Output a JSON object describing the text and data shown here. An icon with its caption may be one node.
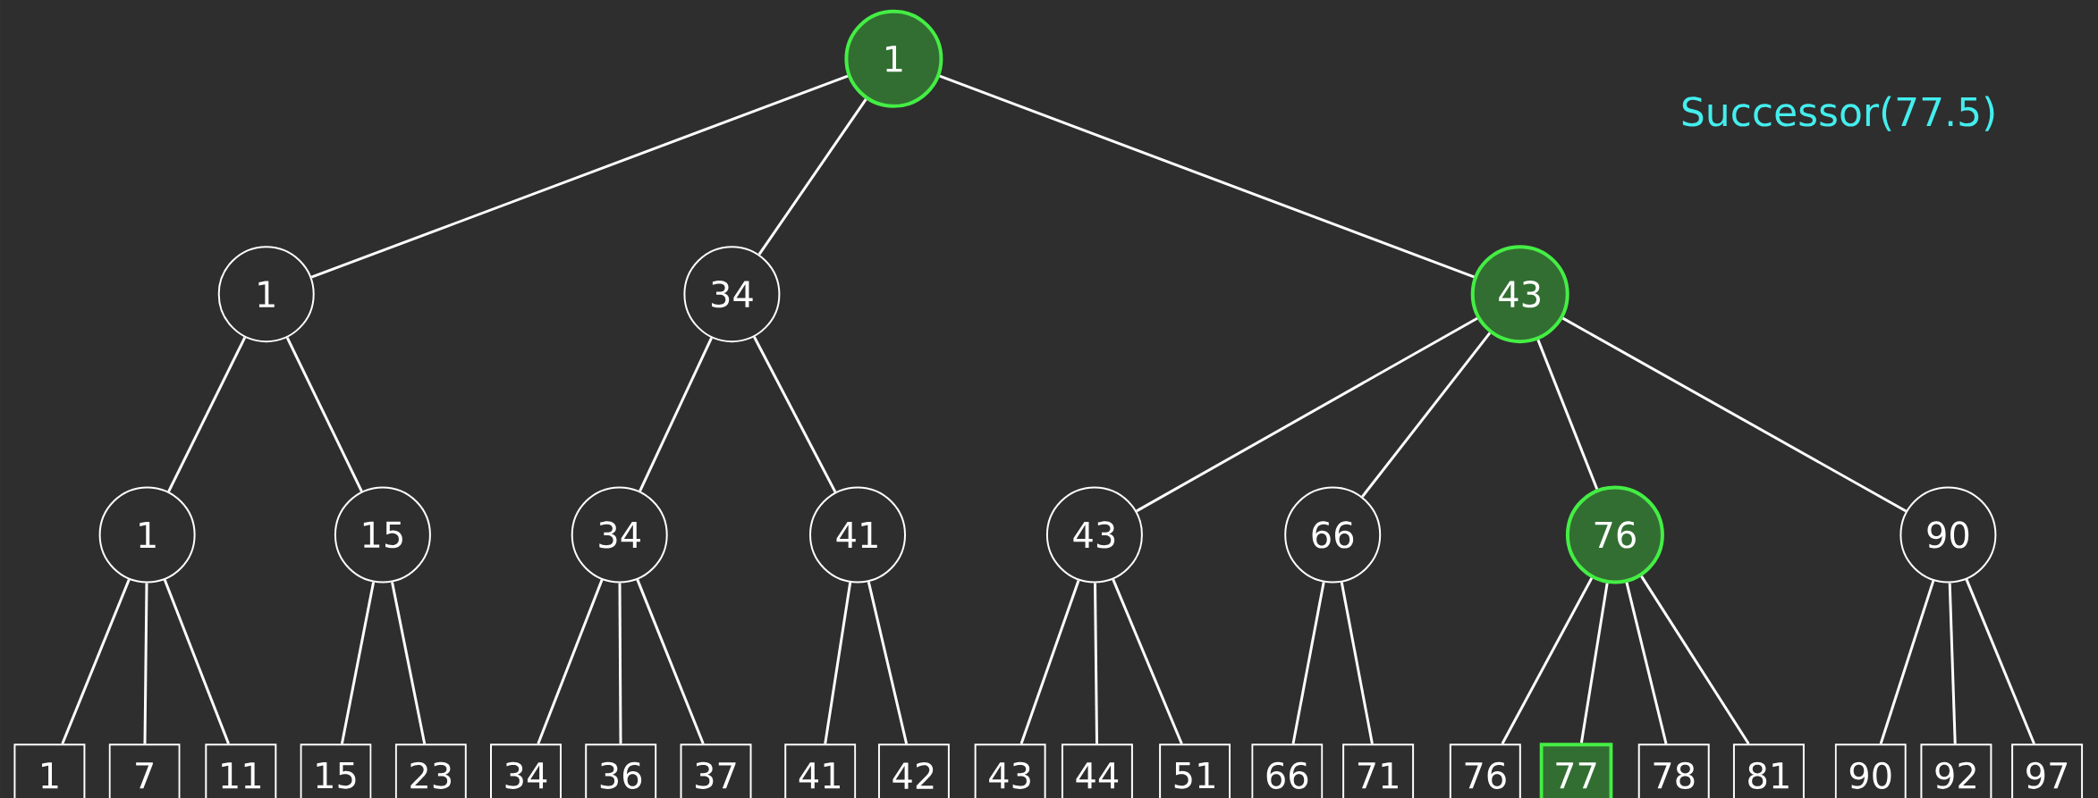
{
  "diagram": {
    "nodes": [
      {
        "text": [
          "1"
        ]
      },
      {
        "text": [
          "1"
        ]
      },
      {
        "text": [
          "34"
        ]
      },
      {
        "text": [
          "43"
        ]
      },
      {
        "text": [
          "1"
        ]
      },
      {
        "text": [
          "15"
        ]
      },
      {
        "text": [
          "34"
        ]
      },
      {
        "text": [
          "41"
        ]
      },
      {
        "text": [
          "43"
        ]
      },
      {
        "text": [
          "66"
        ]
      },
      {
        "text": [
          "76"
        ]
      },
      {
        "text": [
          "90"
        ]
      },
      {
        "text": [
          "1"
        ]
      },
      {
        "text": [
          "7"
        ]
      },
      {
        "text": [
          "11"
        ]
      },
      {
        "text": [
          "15"
        ]
      },
      {
        "text": [
          "23"
        ]
      },
      {
        "text": [
          "34"
        ]
      },
      {
        "text": [
          "36"
        ]
      },
      {
        "text": [
          "37"
        ]
      },
      {
        "text": [
          "41"
        ]
      },
      {
        "text": [
          "42"
        ]
      },
      {
        "text": [
          "43"
        ]
      },
      {
        "text": [
          "44"
        ]
      },
      {
        "text": [
          "51"
        ]
      },
      {
        "text": [
          "66"
        ]
      },
      {
        "text": [
          "71"
        ]
      },
      {
        "text": [
          "76"
        ]
      },
      {
        "text": [
          "77"
        ]
      },
      {
        "text": [
          "78"
        ]
      },
      {
        "text": [
          "81"
        ]
      },
      {
        "text": [
          "90"
        ]
      },
      {
        "text": [
          "92"
        ]
      },
      {
        "text": [
          "97"
        ]
      }
    ],
    "edges": [
      {
        "from": 0,
        "to": 1,
        "arrow": "none"
      },
      {
        "from": 0,
        "to": 2,
        "arrow": "none"
      },
      {
        "from": 0,
        "to": 3,
        "arrow": "none"
      },
      {
        "from": 1,
        "to": 4,
        "arrow": "none"
      },
      {
        "from": 1,
        "to": 5,
        "arrow": "none"
      },
      {
        "from": 2,
        "to": 6,
        "arrow": "none"
      },
      {
        "from": 2,
        "to": 7,
        "arrow": "none"
      },
      {
        "from": 3,
        "to": 8,
        "arrow": "none"
      },
      {
        "from": 3,
        "to": 9,
        "arrow": "none"
      },
      {
        "from": 3,
        "to": 10,
        "arrow": "none"
      },
      {
        "from": 3,
        "to": 11,
        "arrow": "none"
      },
      {
        "from": 4,
        "to": 12,
        "arrow": "none"
      },
      {
        "from": 4,
        "to": 13,
        "arrow": "none"
      },
      {
        "from": 4,
        "to": 14,
        "arrow": "none"
      },
      {
        "from": 5,
        "to": 15,
        "arrow": "none"
      },
      {
        "from": 5,
        "to": 16,
        "arrow": "none"
      },
      {
        "from": 6,
        "to": 17,
        "arrow": "none"
      },
      {
        "from": 6,
        "to": 18,
        "arrow": "none"
      },
      {
        "from": 6,
        "to": 19,
        "arrow": "none"
      },
      {
        "from": 7,
        "to": 20,
        "arrow": "none"
      },
      {
        "from": 7,
        "to": 21,
        "arrow": "none"
      },
      {
        "from": 8,
        "to": 22,
        "arrow": "none"
      },
      {
        "from": 8,
        "to": 23,
        "arrow": "none"
      },
      {
        "from": 8,
        "to": 24,
        "arrow": "none"
      },
      {
        "from": 9,
        "to": 25,
        "arrow": "none"
      },
      {
        "from": 9,
        "to": 26,
        "arrow": "none"
      },
      {
        "from": 10,
        "to": 27,
        "arrow": "none"
      },
      {
        "from": 10,
        "to": 28,
        "arrow": "none"
      },
      {
        "from": 10,
        "to": 29,
        "arrow": "none"
      },
      {
        "from": 10,
        "to": 30,
        "arrow": "none"
      },
      {
        "from": 11,
        "to": 31,
        "arrow": "none"
      },
      {
        "from": 11,
        "to": 32,
        "arrow": "none"
      },
      {
        "from": 11,
        "to": 33,
        "arrow": "none"
      }
    ],
    "labels": [
      "Successor(77.5)"
    ]
  }
}
